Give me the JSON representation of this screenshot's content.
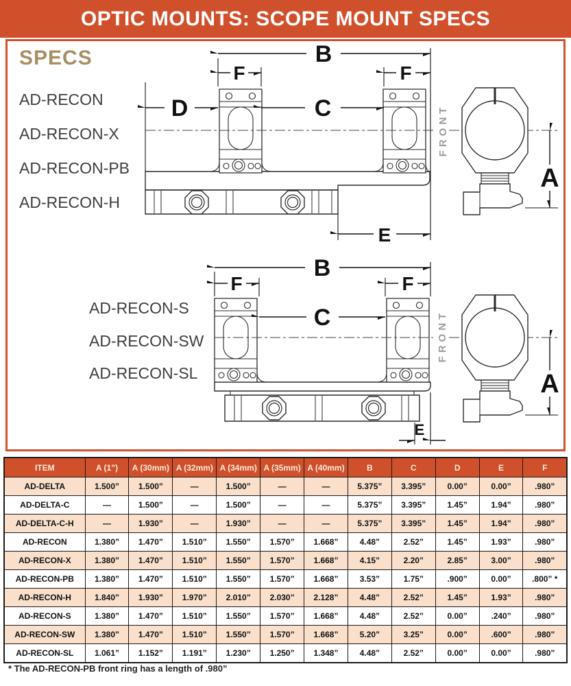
{
  "title": "OPTIC MOUNTS: SCOPE MOUNT SPECS",
  "specs": {
    "heading": "SPECS",
    "models_top": [
      "AD-RECON",
      "AD-RECON-X",
      "AD-RECON-PB",
      "AD-RECON-H"
    ],
    "models_bottom": [
      "AD-RECON-S",
      "AD-RECON-SW",
      "AD-RECON-SL"
    ],
    "front_label": "FRONT",
    "dims": {
      "A": "A",
      "B": "B",
      "C": "C",
      "D": "D",
      "E": "E",
      "F": "F"
    }
  },
  "table": {
    "columns": [
      "ITEM",
      "A (1”)",
      "A (30mm)",
      "A (32mm)",
      "A (34mm)",
      "A (35mm)",
      "A (40mm)",
      "B",
      "C",
      "D",
      "E",
      "F"
    ],
    "rows": [
      [
        "AD-DELTA",
        "1.500”",
        "1.500”",
        "—",
        "1.500”",
        "—",
        "—",
        "5.375”",
        "3.395”",
        "0.00”",
        "0.00”",
        ".980”"
      ],
      [
        "AD-DELTA-C",
        "—",
        "1.500”",
        "—",
        "1.500”",
        "—",
        "—",
        "5.375”",
        "3.395”",
        "1.45”",
        "1.94”",
        ".980”"
      ],
      [
        "AD-DELTA-C-H",
        "—",
        "1.930”",
        "—",
        "1.930”",
        "—",
        "—",
        "5.375”",
        "3.395”",
        "1.45”",
        "1.94”",
        ".980”"
      ],
      [
        "AD-RECON",
        "1.380”",
        "1.470”",
        "1.510”",
        "1.550”",
        "1.570”",
        "1.668”",
        "4.48”",
        "2.52”",
        "1.45”",
        "1.93”",
        ".980”"
      ],
      [
        "AD-RECON-X",
        "1.380”",
        "1.470”",
        "1.510”",
        "1.550”",
        "1.570”",
        "1.668”",
        "4.15”",
        "2.20”",
        "2.85”",
        "3.00”",
        ".980”"
      ],
      [
        "AD-RECON-PB",
        "1.380”",
        "1.470”",
        "1.510”",
        "1.550”",
        "1.570”",
        "1.668”",
        "3.53”",
        "1.75”",
        ".900”",
        "0.00”",
        ".800” *"
      ],
      [
        "AD-RECON-H",
        "1.840”",
        "1.930”",
        "1.970”",
        "2.010”",
        "2.030”",
        "2.128”",
        "4.48”",
        "2.52”",
        "1.45”",
        "1.93”",
        ".980”"
      ],
      [
        "AD-RECON-S",
        "1.380”",
        "1.470”",
        "1.510”",
        "1.550”",
        "1.570”",
        "1.668”",
        "4.48”",
        "2.52”",
        "0.00”",
        ".240”",
        ".980”"
      ],
      [
        "AD-RECON-SW",
        "1.380”",
        "1.470”",
        "1.510”",
        "1.550”",
        "1.570”",
        "1.668”",
        "5.20”",
        "3.25”",
        "0.00”",
        ".600”",
        ".980”"
      ],
      [
        "AD-RECON-SL",
        "1.061”",
        "1.152”",
        "1.191”",
        "1.230”",
        "1.250”",
        "1.348”",
        "4.48”",
        "2.52”",
        "0.00”",
        "0.00”",
        ".980”"
      ]
    ],
    "footnote": "* The AD-RECON-PB front ring has a length of .980”"
  },
  "colors": {
    "accent": "#D1502C",
    "row_alt": "#FAE0CB",
    "specs_heading": "#A98D64",
    "front_text": "#9C9C9C"
  }
}
